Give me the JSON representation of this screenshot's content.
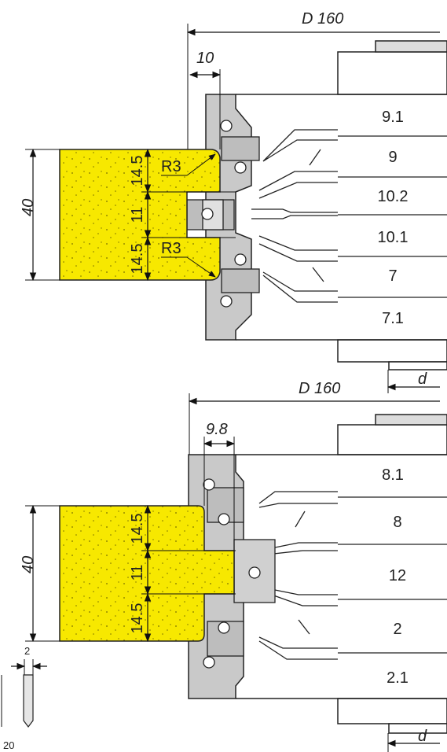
{
  "top": {
    "diameter": "D 160",
    "width_dim": "10",
    "height_dim": "40",
    "radius_top": "R3",
    "radius_bottom": "R3",
    "stack": [
      "14.5",
      "11",
      "14.5"
    ],
    "rows": [
      "9.1",
      "9",
      "10.2",
      "10.1",
      "7",
      "7.1"
    ],
    "bore": "d"
  },
  "bottom": {
    "diameter": "D 160",
    "width_dim": "9.8",
    "height_dim": "40",
    "stack": [
      "14.5",
      "11",
      "14.5"
    ],
    "rows": [
      "8.1",
      "8",
      "12",
      "2",
      "2.1"
    ],
    "bore": "d"
  },
  "insert": {
    "width": "2",
    "length": "20"
  }
}
